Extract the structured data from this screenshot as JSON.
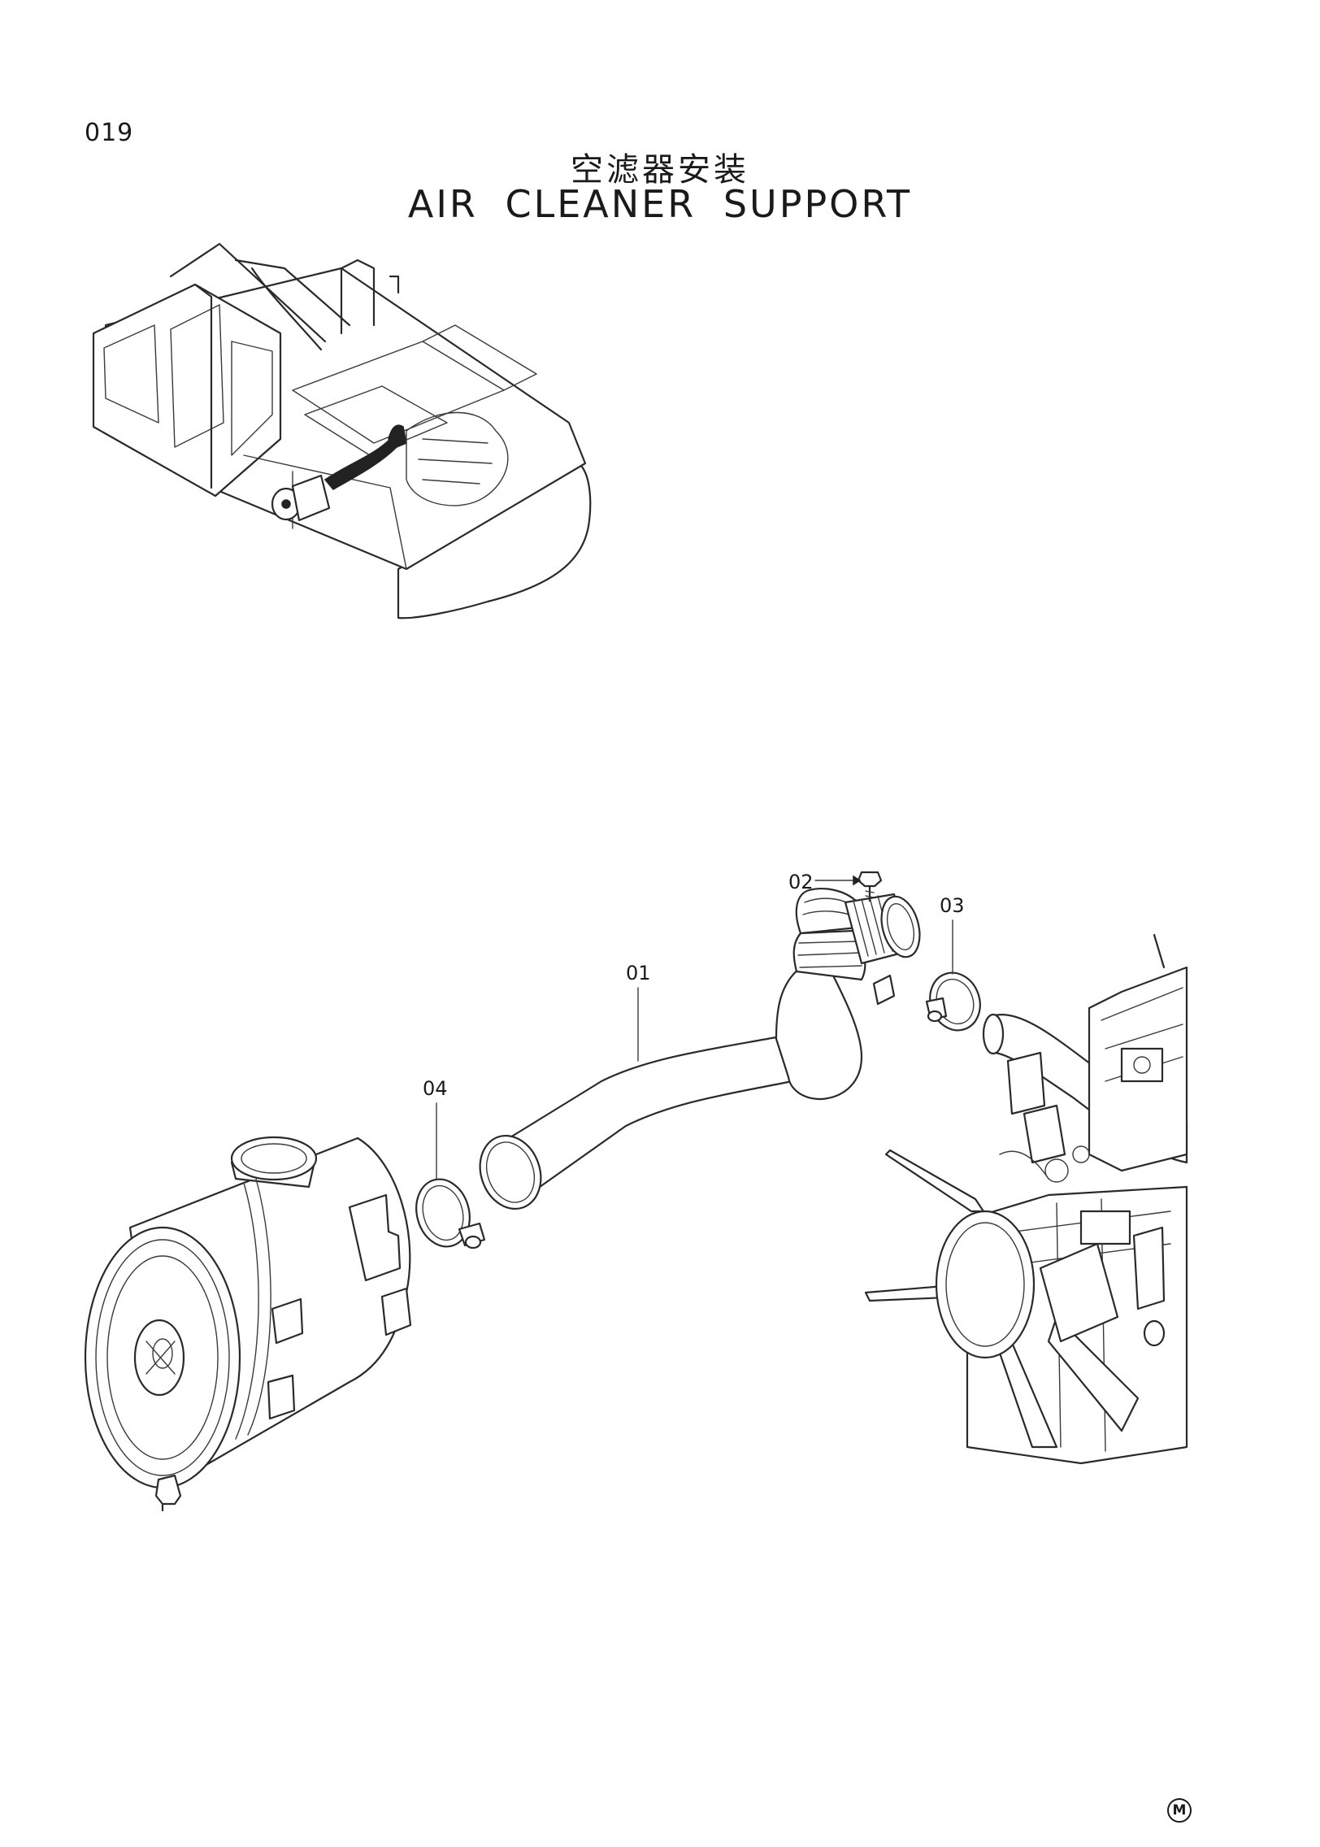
{
  "page": {
    "number": "019",
    "title_cn": "空滤器安装",
    "title_en": "AIR CLEANER SUPPORT",
    "mark": "M"
  },
  "callouts": [
    {
      "id": "01",
      "label": "01"
    },
    {
      "id": "02",
      "label": "02"
    },
    {
      "id": "03",
      "label": "03"
    },
    {
      "id": "04",
      "label": "04"
    }
  ]
}
